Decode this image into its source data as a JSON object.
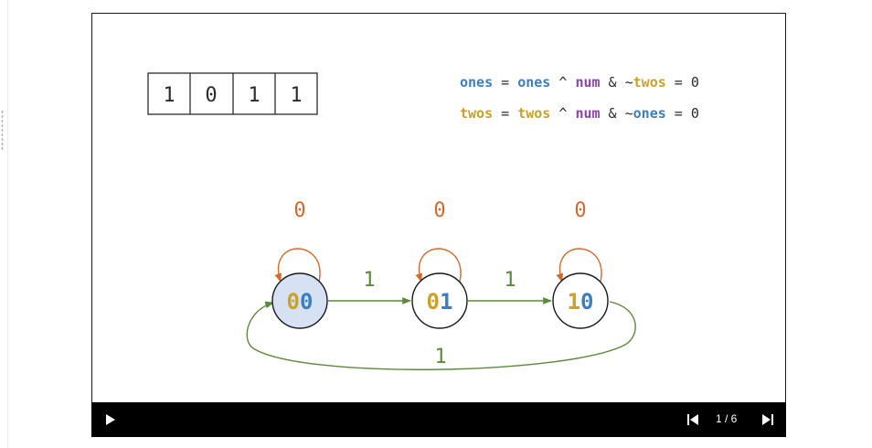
{
  "bit_array": [
    "1",
    "0",
    "1",
    "1"
  ],
  "equations": [
    [
      {
        "t": "ones",
        "c": "blue",
        "b": true
      },
      {
        "t": " = ",
        "c": "dark",
        "b": false
      },
      {
        "t": "ones",
        "c": "blue",
        "b": true
      },
      {
        "t": " ^ ",
        "c": "dark",
        "b": false
      },
      {
        "t": "num",
        "c": "purple",
        "b": true
      },
      {
        "t": " & ~",
        "c": "dark",
        "b": false
      },
      {
        "t": "twos",
        "c": "gold",
        "b": true
      },
      {
        "t": " = 0",
        "c": "dark",
        "b": false
      }
    ],
    [
      {
        "t": "twos",
        "c": "gold",
        "b": true
      },
      {
        "t": " = ",
        "c": "dark",
        "b": false
      },
      {
        "t": "twos",
        "c": "gold",
        "b": true
      },
      {
        "t": " ^ ",
        "c": "dark",
        "b": false
      },
      {
        "t": "num",
        "c": "purple",
        "b": true
      },
      {
        "t": " & ~",
        "c": "dark",
        "b": false
      },
      {
        "t": "ones",
        "c": "blue",
        "b": true
      },
      {
        "t": " = 0",
        "c": "dark",
        "b": false
      }
    ]
  ],
  "states": [
    {
      "d1": "0",
      "d2": "0",
      "d1c": "gold",
      "d2c": "blue",
      "active": true
    },
    {
      "d1": "0",
      "d2": "1",
      "d1c": "gold",
      "d2c": "blue",
      "active": false
    },
    {
      "d1": "1",
      "d2": "0",
      "d1c": "gold",
      "d2c": "blue",
      "active": false
    }
  ],
  "self_loop_label": "0",
  "transition_labels": {
    "s0_s1": "1",
    "s1_s2": "1",
    "s2_s0": "1"
  },
  "player": {
    "page_indicator": "1 / 6",
    "play_icon": "play-icon",
    "prev_icon": "skip-previous-icon",
    "next_icon": "skip-next-icon"
  },
  "colors": {
    "blue": "#3b7fc0",
    "gold": "#c9a227",
    "purple": "#8e44ad",
    "dark": "#2b2b2b",
    "orange": "#d3692b",
    "green": "#5c8a3c",
    "active_fill": "#d7e1f4",
    "control_bar": "#000000"
  }
}
